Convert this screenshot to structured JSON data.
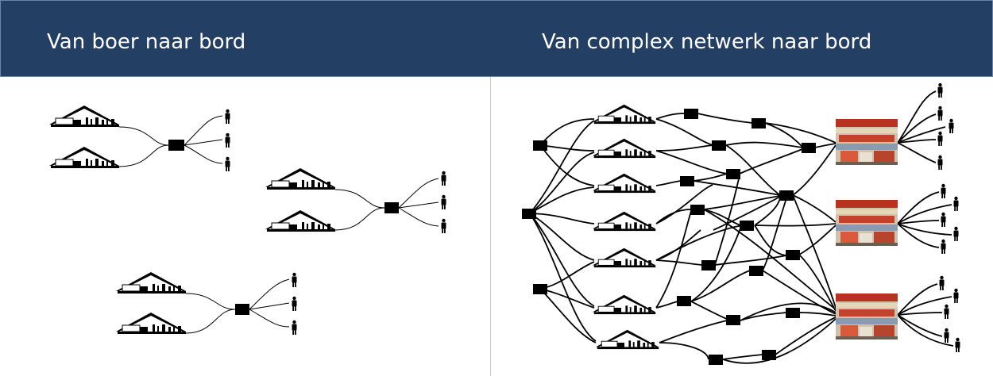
{
  "left_panel": {
    "title": "Van boer naar bord"
  },
  "right_panel": {
    "title": "Van complex netwerk naar bord"
  },
  "colors": {
    "header": "#243f64",
    "ink": "#000000"
  },
  "icons": {
    "farm": "farm-barn-icon",
    "hub": "distribution-hub",
    "person": "person-icon",
    "supermarket": "supermarket-photo"
  }
}
